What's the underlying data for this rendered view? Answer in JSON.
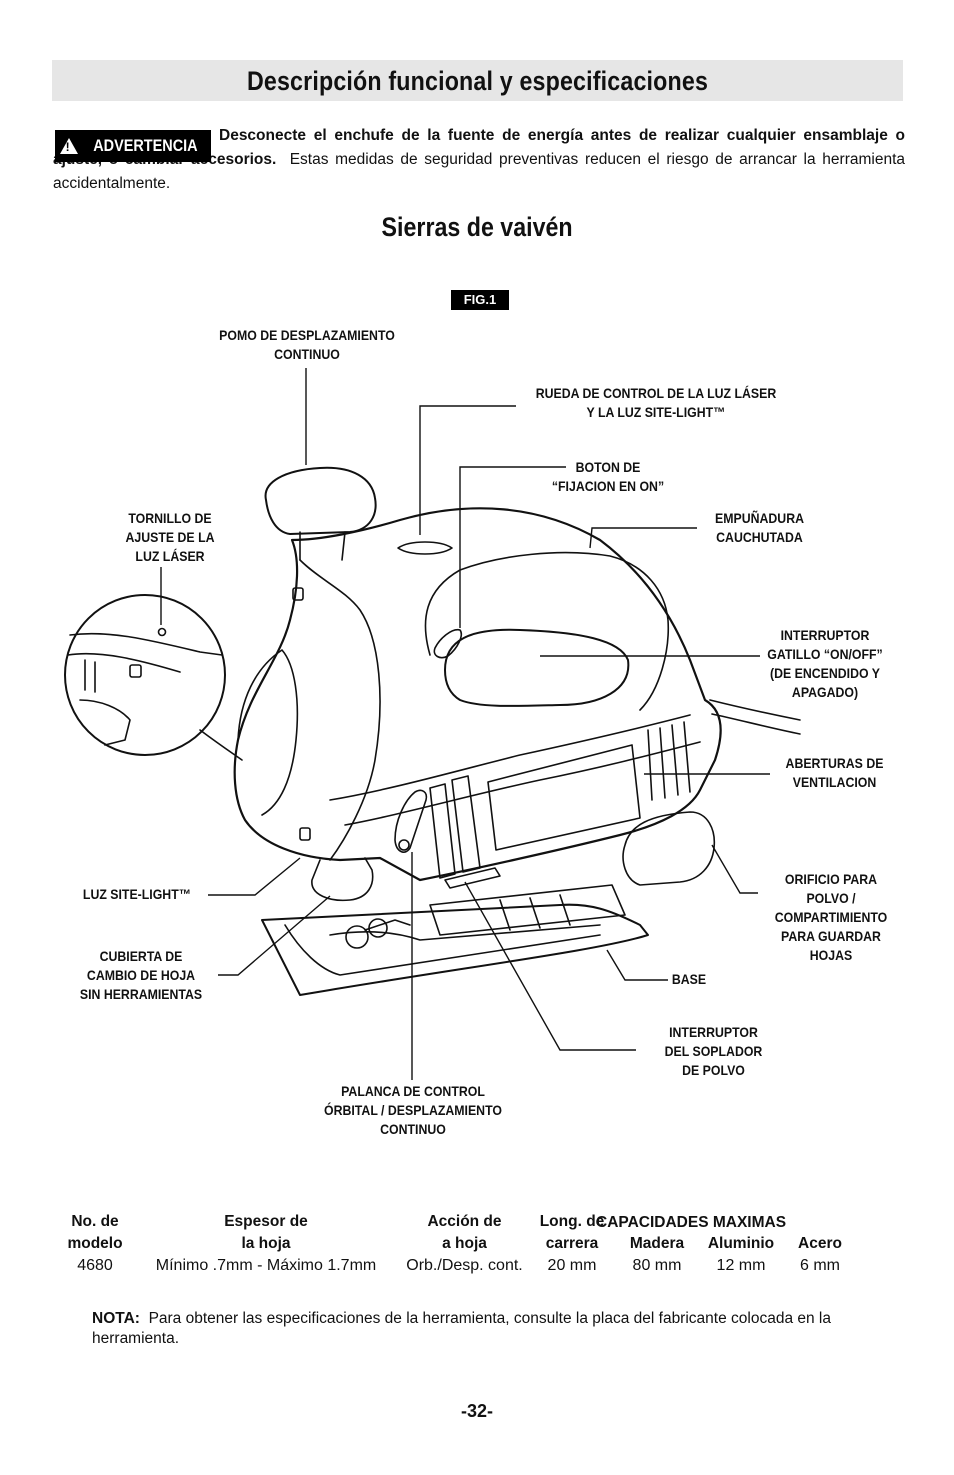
{
  "header": {
    "title": "Descripción funcional y especificaciones"
  },
  "warning": {
    "label": "ADVERTENCIA",
    "bold_text": "Desconecte el enchufe de la fuente de energía antes de realizar cualquier ensamblaje o ajuste, o cambiar accesorios.",
    "text": "Estas medidas de seguridad preventivas reducen el riesgo de arrancar la herramienta accidentalmente."
  },
  "section_title": "Sierras de vaivén",
  "figure": {
    "tag": "FIG.1",
    "labels": {
      "pomo": "POMO DE DESPLAZAMIENTO\nCONTINUO",
      "rueda": "RUEDA DE CONTROL DE LA LUZ LÁSER\nY LA LUZ SITE-LIGHT™",
      "boton": "BOTON DE\n“FIJACION EN ON”",
      "tornillo": "TORNILLO DE\nAJUSTE DE LA\nLUZ LÁSER",
      "empunadura": "EMPUÑADURA\nCAUCHUTADA",
      "interruptor_gatillo": "INTERRUPTOR\nGATILLO “ON/OFF”\n(DE ENCENDIDO Y\nAPAGADO)",
      "aberturas": "ABERTURAS DE\nVENTILACION",
      "orificio": "ORIFICIO PARA\nPOLVO /\nCOMPARTIMIENTO\nPARA GUARDAR\nHOJAS",
      "luz": "LUZ SITE-LIGHT™",
      "cubierta": "CUBIERTA DE\nCAMBIO DE HOJA\nSIN HERRAMIENTAS",
      "base": "BASE",
      "soplador": "INTERRUPTOR\nDEL SOPLADOR\nDE POLVO",
      "palanca": "PALANCA DE CONTROL\nÓRBITAL / DESPLAZAMIENTO\nCONTINUO"
    }
  },
  "specs": {
    "group_header": "CAPACIDADES MAXIMAS",
    "columns": {
      "model_1": "No. de",
      "model_2": "modelo",
      "thickness_1": "Espesor de",
      "thickness_2": "la hoja",
      "action_1": "Acción de",
      "action_2": "a hoja",
      "stroke_1": "Long. de",
      "stroke_2": "carrera",
      "wood": "Madera",
      "aluminum": "Aluminio",
      "steel": "Acero"
    },
    "row": {
      "model": "4680",
      "thickness": "Mínimo .7mm - Máximo 1.7mm",
      "action": "Orb./Desp. cont.",
      "stroke": "20 mm",
      "wood": "80 mm",
      "aluminum": "12 mm",
      "steel": "6 mm"
    }
  },
  "note": {
    "label": "NOTA:",
    "text": "Para obtener las especificaciones de la herramienta, consulte la placa del fabricante colocada en la herramienta."
  },
  "page_number": "-32-"
}
